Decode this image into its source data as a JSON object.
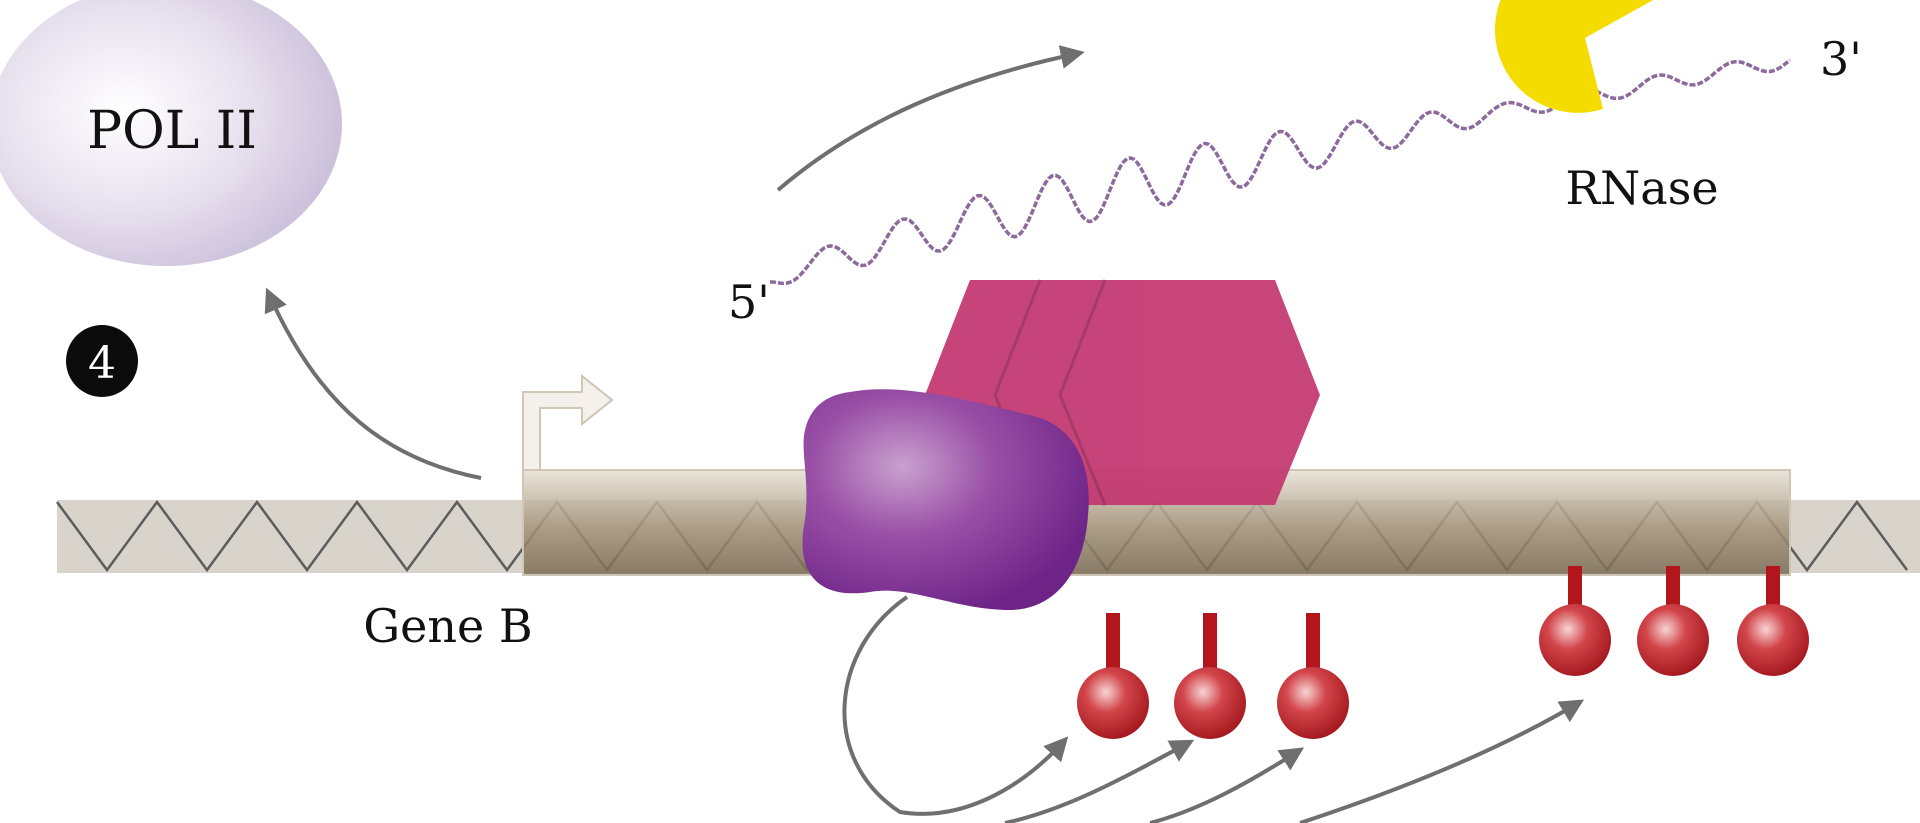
{
  "labels": {
    "pol": "POL II",
    "rnase": "RNase",
    "five_prime": "5'",
    "three_prime": "3'",
    "gene": "Gene B",
    "step": "4"
  },
  "colors": {
    "dna_band": "#d8d4cc",
    "gene_box": "#8f7f66",
    "hexamer": "#c2356e",
    "blob": "#8a3f98",
    "pol": "#ddd4e6",
    "rna": "#8c6a9c",
    "rnase": "#f5dc00",
    "marks": "#b3151c",
    "arrows": "#6f6f6f"
  },
  "icons": {
    "step": "black-circle-number",
    "tss": "bent-arrow-icon",
    "rnase": "pacman-shape-icon",
    "marks": "lollipop-icon"
  }
}
